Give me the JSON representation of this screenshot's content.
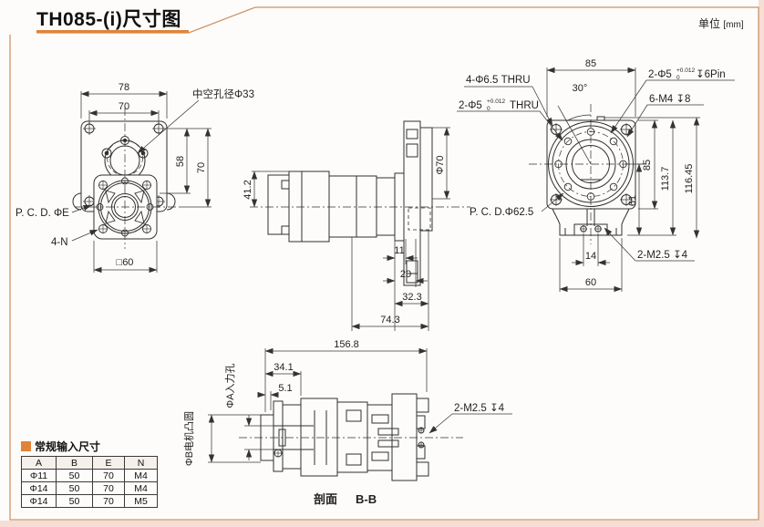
{
  "page": {
    "title": "TH085-(i)尺寸图",
    "unit_label": "单位",
    "unit_value": "[mm]",
    "section_caption": "剖面",
    "section_name": "B-B"
  },
  "colors": {
    "frame": "#cf9368",
    "accent": "#e08339",
    "ink": "#2e2e2e",
    "outer_margin": "#f4ded6",
    "paper": "#fdfcfa"
  },
  "front_view": {
    "dim_width_outer": "78",
    "dim_width_inner": "70",
    "hollow_bore_label": "中空孔径Φ33",
    "dim_58": "58",
    "dim_70": "70",
    "pcd_label": "P. C. D. ΦE",
    "screws_label": "4-N",
    "dim_square": "□60"
  },
  "side_view": {
    "dim_41_2": "41.2",
    "dim_phi70": "Φ70",
    "dim_11": "11",
    "dim_20": "20",
    "dim_32_3": "32.3",
    "dim_74_3": "74.3"
  },
  "rear_view": {
    "dim_85_top": "85",
    "angle": "30°",
    "label_corner_holes": "4-Φ6.5 THRU",
    "label_pin_prefix": "2-Φ5",
    "tol_sup": "+0.012",
    "tol_sub": "0",
    "label_thru_suffix": "THRU",
    "label_pin_suffix": "↧6Pin",
    "label_tapped": "6-M4 ↧8",
    "dim_85_right": "85",
    "dim_61": "61",
    "dim_113_7": "113.7",
    "dim_116_45": "116.45",
    "pcd_label": "P. C. D.Φ62.5",
    "label_m25": "2-M2.5 ↧4",
    "dim_14": "14",
    "dim_60": "60"
  },
  "section_view": {
    "dim_156_8": "156.8",
    "dim_34_1": "34.1",
    "dim_5_1": "5.1",
    "input_bore_label": "ΦA入力孔",
    "motor_spigot_label": "ΦB电机凸圆",
    "label_m25": "2-M2.5 ↧4"
  },
  "table": {
    "title": "常规输入尺寸",
    "headers": [
      "A",
      "B",
      "E",
      "N"
    ],
    "rows": [
      [
        "Φ11",
        "50",
        "70",
        "M4"
      ],
      [
        "Φ14",
        "50",
        "70",
        "M4"
      ],
      [
        "Φ14",
        "50",
        "70",
        "M5"
      ]
    ]
  }
}
